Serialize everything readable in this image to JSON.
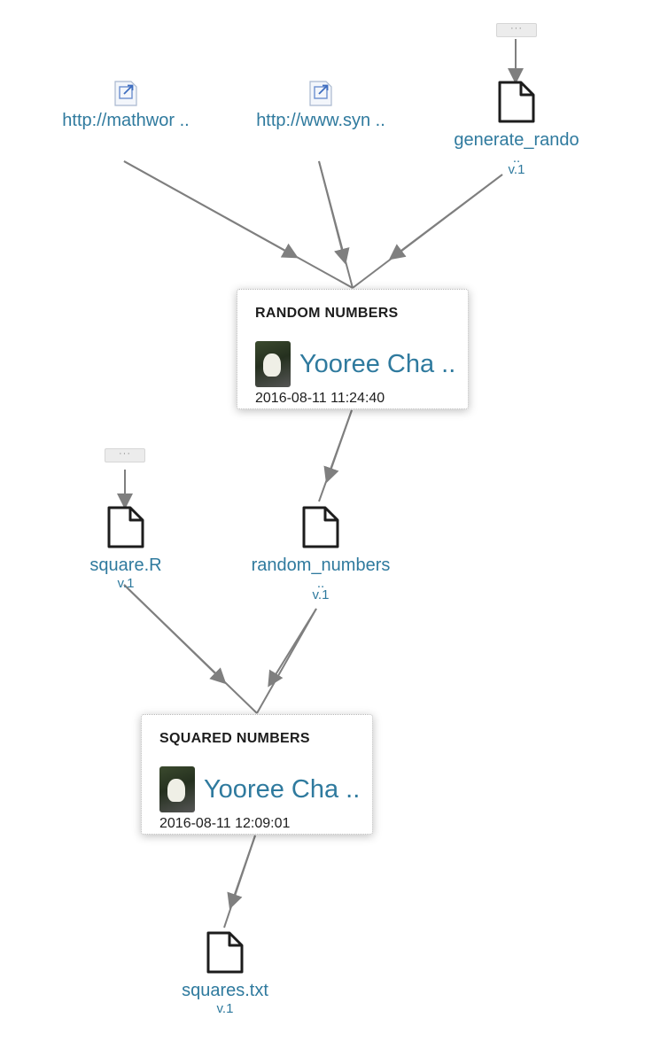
{
  "inputs": {
    "link1": {
      "label": "http://mathwor .."
    },
    "link2": {
      "label": "http://www.syn .."
    },
    "script1": {
      "label": "generate_rando",
      "dots": "..",
      "version": "v.1",
      "more": "···"
    }
  },
  "process1": {
    "title": "RANDOM NUMBERS",
    "owner": "Yooree Cha ..",
    "timestamp": "2016-08-11 11:24:40"
  },
  "middle": {
    "script2": {
      "label": "square.R",
      "version": "v.1",
      "more": "···"
    },
    "data1": {
      "label": "random_numbers",
      "dots": "..",
      "version": "v.1"
    }
  },
  "process2": {
    "title": "SQUARED NUMBERS",
    "owner": "Yooree Cha ..",
    "timestamp": "2016-08-11 12:09:01"
  },
  "output": {
    "file1": {
      "label": "squares.txt",
      "version": "v.1"
    }
  },
  "colors": {
    "link": "#2f7a9e",
    "edge": "#7f7f7f",
    "text": "#1d1d1d"
  },
  "icons": {
    "link": "external-link-icon",
    "file": "file-icon",
    "more": "ellipsis-icon"
  }
}
